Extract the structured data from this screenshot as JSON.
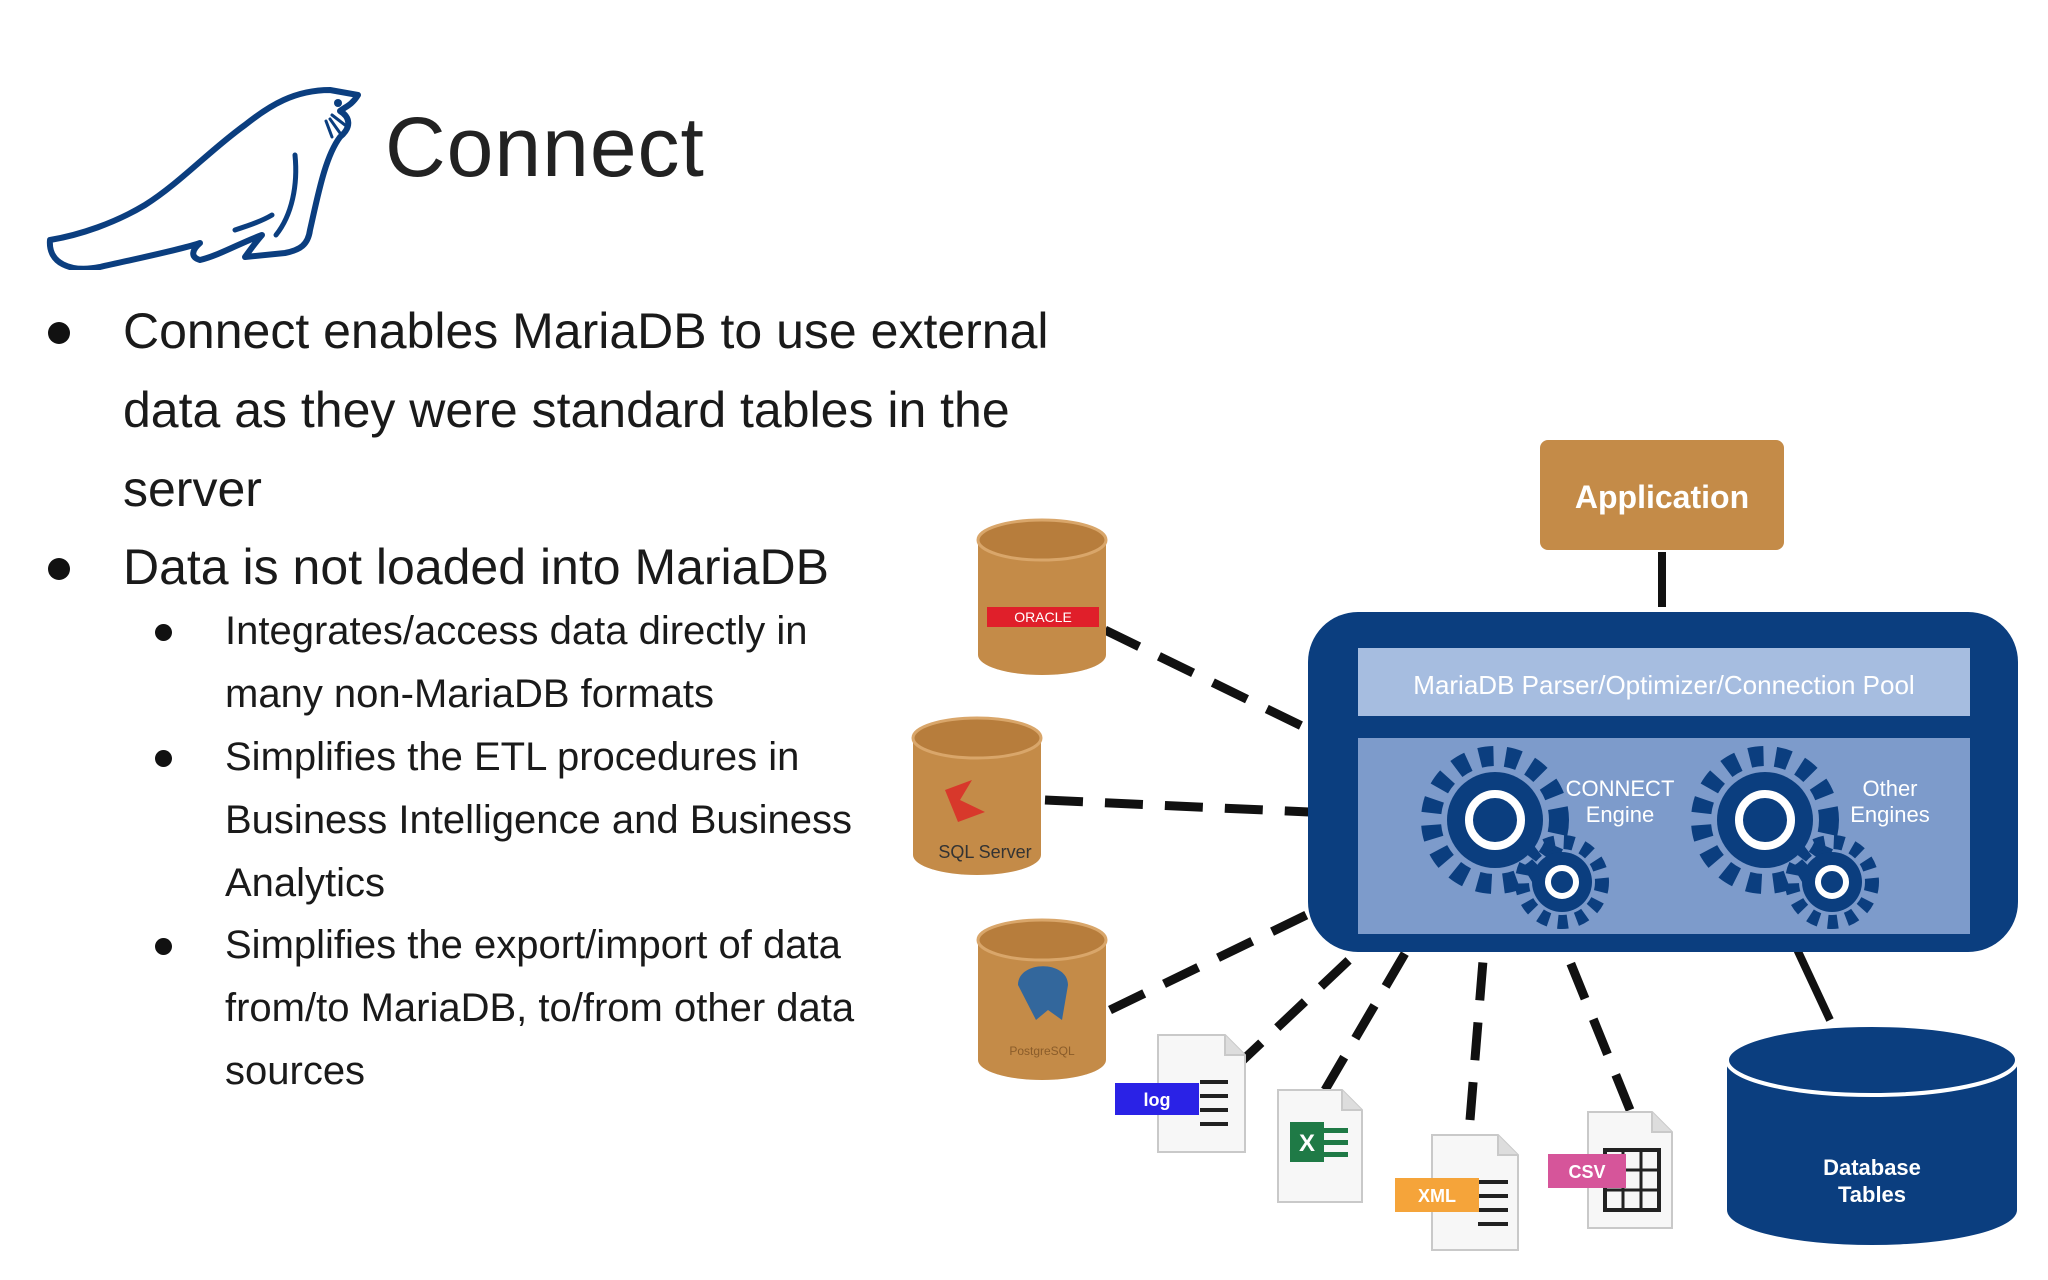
{
  "slide": {
    "title": "Connect",
    "bullets": [
      {
        "text": "Connect enables MariaDB to use external data as they were standard tables in the server"
      },
      {
        "text": "Data is not loaded into MariaDB"
      }
    ],
    "sub_bullets": [
      {
        "text": "Integrates/access data directly in many non-MariaDB formats"
      },
      {
        "text": "Simplifies the ETL procedures in Business Intelligence and Business Analytics"
      },
      {
        "text": "Simplifies the export/import of data from/to MariaDB, to/from other data sources"
      }
    ]
  },
  "diagram": {
    "application": "Application",
    "parser_bar": "MariaDB Parser/Optimizer/Connection Pool",
    "connect_engine_line1": "CONNECT",
    "connect_engine_line2": "Engine",
    "other_engines_line1": "Other",
    "other_engines_line2": "Engines",
    "db_tables_line1": "Database",
    "db_tables_line2": "Tables",
    "sources": {
      "oracle": "ORACLE",
      "sqlserver": "SQL Server",
      "postgres": "PostgreSQL",
      "log": "log",
      "excel": "X",
      "xml": "XML",
      "csv": "CSV"
    }
  },
  "colors": {
    "mariadb_blue": "#0b3e7f",
    "panel_blue": "#7d9bcb",
    "bar_blue": "#a6bde0",
    "tan": "#c48b48"
  }
}
